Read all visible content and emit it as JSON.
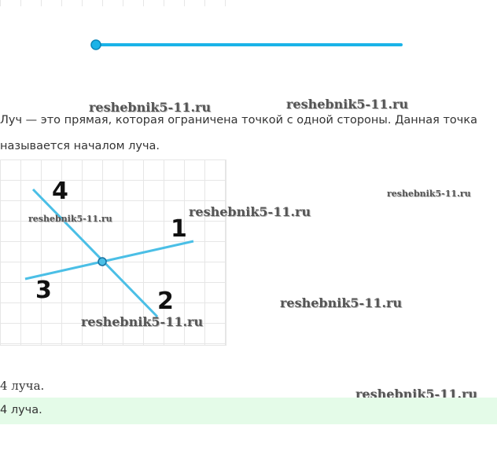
{
  "definition": {
    "line1": "Луч — это прямая, которая ограничена точкой с одной стороны. Данная точка",
    "line2": "называется началом луча."
  },
  "figure": {
    "labels": [
      "1",
      "2",
      "3",
      "4"
    ],
    "ray_color": "#1ab3e8"
  },
  "watermark": "reshebnik5-11.ru",
  "answer": "4 луча.",
  "answer_highlight": "4 луча.",
  "highlight_color": "#e4fbe8"
}
